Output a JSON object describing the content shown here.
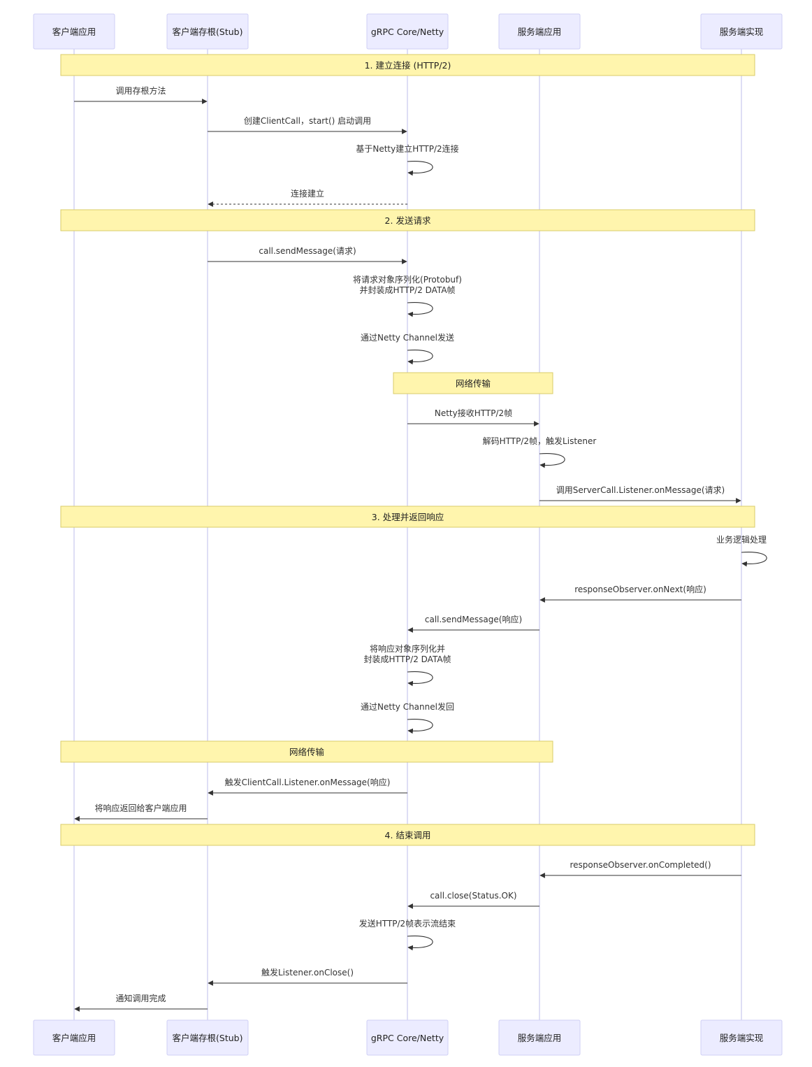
{
  "participants": [
    {
      "id": "client",
      "label": "客户端应用"
    },
    {
      "id": "stub",
      "label": "客户端存根(Stub)"
    },
    {
      "id": "grpc",
      "label": "gRPC Core/Netty"
    },
    {
      "id": "server",
      "label": "服务端应用"
    },
    {
      "id": "impl",
      "label": "服务端实现"
    }
  ],
  "sections": [
    {
      "label": "1. 建立连接 (HTTP/2)"
    },
    {
      "label": "2. 发送请求"
    },
    {
      "label": "网络传输"
    },
    {
      "label": "3. 处理并返回响应"
    },
    {
      "label": "网络传输"
    },
    {
      "label": "4. 结束调用"
    }
  ],
  "messages": [
    {
      "from": "client",
      "to": "stub",
      "kind": "solid",
      "label": [
        "调用存根方法"
      ]
    },
    {
      "from": "stub",
      "to": "grpc",
      "kind": "solid",
      "label": [
        "创建ClientCall，start() 启动调用"
      ]
    },
    {
      "from": "grpc",
      "to": "grpc",
      "kind": "self",
      "label": [
        "基于Netty建立HTTP/2连接"
      ]
    },
    {
      "from": "grpc",
      "to": "stub",
      "kind": "dashed",
      "label": [
        "连接建立"
      ]
    },
    {
      "from": "stub",
      "to": "grpc",
      "kind": "solid",
      "label": [
        "call.sendMessage(请求)"
      ]
    },
    {
      "from": "grpc",
      "to": "grpc",
      "kind": "self",
      "label": [
        "将请求对象序列化(Protobuf)",
        "并封装成HTTP/2 DATA帧"
      ]
    },
    {
      "from": "grpc",
      "to": "grpc",
      "kind": "self",
      "label": [
        "通过Netty Channel发送"
      ]
    },
    {
      "from": "grpc",
      "to": "server",
      "kind": "solid",
      "label": [
        "Netty接收HTTP/2帧"
      ]
    },
    {
      "from": "server",
      "to": "server",
      "kind": "self",
      "label": [
        "解码HTTP/2帧，触发Listener"
      ]
    },
    {
      "from": "server",
      "to": "impl",
      "kind": "solid",
      "label": [
        "调用ServerCall.Listener.onMessage(请求)"
      ]
    },
    {
      "from": "impl",
      "to": "impl",
      "kind": "self",
      "label": [
        "业务逻辑处理"
      ]
    },
    {
      "from": "impl",
      "to": "server",
      "kind": "solid",
      "label": [
        "responseObserver.onNext(响应)"
      ]
    },
    {
      "from": "server",
      "to": "grpc",
      "kind": "solid",
      "label": [
        "call.sendMessage(响应)"
      ]
    },
    {
      "from": "grpc",
      "to": "grpc",
      "kind": "self",
      "label": [
        "将响应对象序列化并",
        "封装成HTTP/2 DATA帧"
      ]
    },
    {
      "from": "grpc",
      "to": "grpc",
      "kind": "self",
      "label": [
        "通过Netty Channel发回"
      ]
    },
    {
      "from": "grpc",
      "to": "stub",
      "kind": "solid",
      "label": [
        "触发ClientCall.Listener.onMessage(响应)"
      ]
    },
    {
      "from": "stub",
      "to": "client",
      "kind": "solid",
      "label": [
        "将响应返回给客户端应用"
      ]
    },
    {
      "from": "impl",
      "to": "server",
      "kind": "solid",
      "label": [
        "responseObserver.onCompleted()"
      ]
    },
    {
      "from": "server",
      "to": "grpc",
      "kind": "solid",
      "label": [
        "call.close(Status.OK)"
      ]
    },
    {
      "from": "grpc",
      "to": "grpc",
      "kind": "self",
      "label": [
        "发送HTTP/2帧表示流结束"
      ]
    },
    {
      "from": "grpc",
      "to": "stub",
      "kind": "solid",
      "label": [
        "触发Listener.onClose()"
      ]
    },
    {
      "from": "stub",
      "to": "client",
      "kind": "solid",
      "label": [
        "通知调用完成"
      ]
    }
  ],
  "colors": {
    "actor_fill": "#ECECFF",
    "actor_border": "#CFCFF5",
    "lifeline": "#C9C9EE",
    "note_fill": "#FFF5AD",
    "note_border": "#D9CC6A",
    "arrow": "#333333"
  }
}
